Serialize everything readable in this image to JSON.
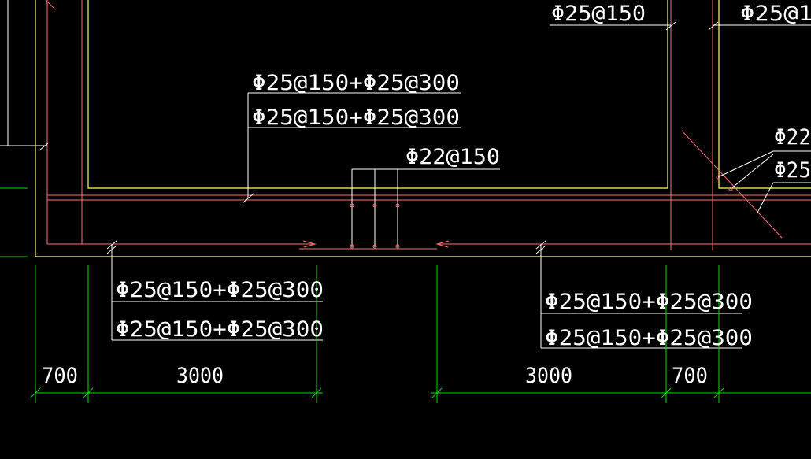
{
  "colors": {
    "background": "#000000",
    "slab_outline": "#ffff66",
    "rebar": "#ff7070",
    "leader": "#ffffff",
    "dimension": "#00dd00",
    "text": "#ffffff"
  },
  "labels": {
    "top_right_a": "Φ25@150",
    "top_right_b": "Φ25@1",
    "mid_top_1": "Φ25@150+Φ25@300",
    "mid_top_2": "Φ25@150+Φ25@300",
    "mid_stirrup": "Φ22@150",
    "right_edge_1": "Φ22",
    "right_edge_2": "Φ25",
    "bottom_left_1": "Φ25@150+Φ25@300",
    "bottom_left_2": "Φ25@150+Φ25@300",
    "bottom_right_1": "Φ25@150+Φ25@300",
    "bottom_right_2": "Φ25@150+Φ25@300"
  },
  "dimensions": {
    "left_short": "700",
    "left_long": "3000",
    "right_long": "3000",
    "right_short": "700"
  }
}
